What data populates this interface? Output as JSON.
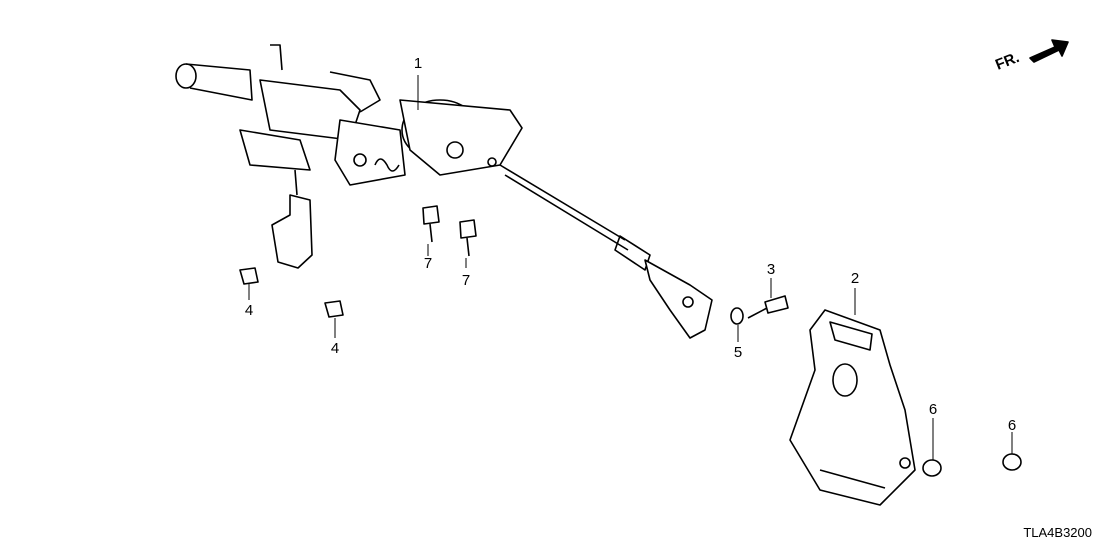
{
  "diagram": {
    "code": "TLA4B3200",
    "direction_label": "FR.",
    "callouts": [
      "1",
      "2",
      "3",
      "4",
      "4",
      "5",
      "6",
      "6",
      "7",
      "7"
    ],
    "stroke_color": "#000000"
  }
}
